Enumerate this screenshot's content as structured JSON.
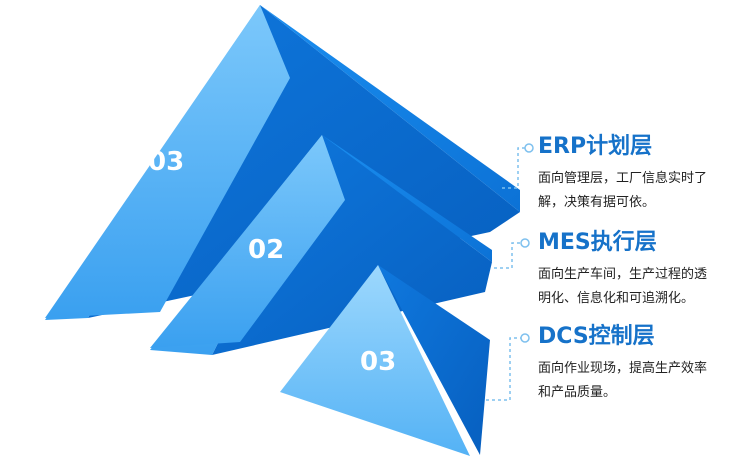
{
  "diagram": {
    "tiers": [
      {
        "number": "03",
        "title": "ERP计划层",
        "desc_lines": [
          "面向管理层，工厂信息实时了",
          "解，决策有据可依。"
        ]
      },
      {
        "number": "02",
        "title": "MES执行层",
        "desc_lines": [
          "面向生产车间，生产过程的透",
          "明化、信息化和可追溯化。"
        ]
      },
      {
        "number": "03",
        "title": "DCS控制层",
        "desc_lines": [
          "面向作业现场，提高生产效率",
          "和产品质量。"
        ]
      }
    ],
    "colors": {
      "light_face": "#4fb0f5",
      "dark_face": "#0b6fd6",
      "top_face": "#1586e8",
      "connector": "#7ec0ee",
      "title": "#1672c9"
    }
  }
}
